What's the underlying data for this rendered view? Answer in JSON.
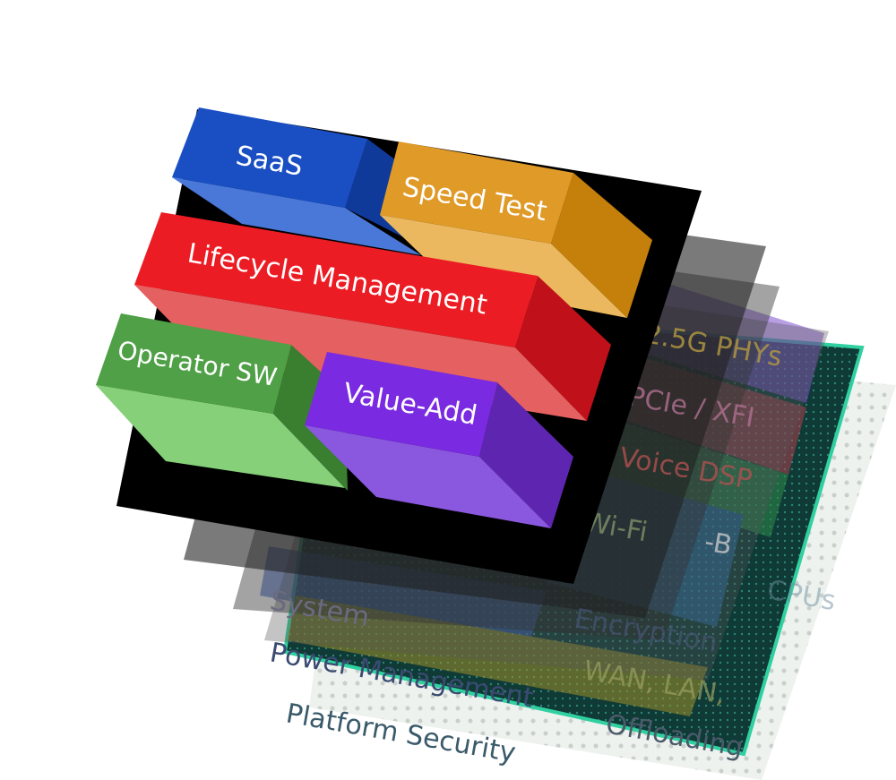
{
  "blocks": {
    "saas": "SaaS",
    "speed_test": "Speed Test",
    "lifecycle": "Lifecycle Management",
    "operator_sw": "Operator SW",
    "value_add": "Value-Add"
  },
  "hardware_labels": {
    "phys": "2.5G PHYs",
    "pcie": "PCIe / XFI",
    "voice": "Voice DSP",
    "wifi": "Wi-Fi",
    "b": "-B",
    "cpus": "CPUs",
    "wan": "WAN, LAN,",
    "system": "System",
    "power": "Power Management",
    "encryption": "Encryption",
    "offloading": "Offloading",
    "security": "Platform Security"
  },
  "colors": {
    "saas": "#1a4fc4",
    "speed_test": "#e09a28",
    "lifecycle": "#ec1c24",
    "operator_sw": "#4fa046",
    "value_add": "#7a2ae0"
  }
}
